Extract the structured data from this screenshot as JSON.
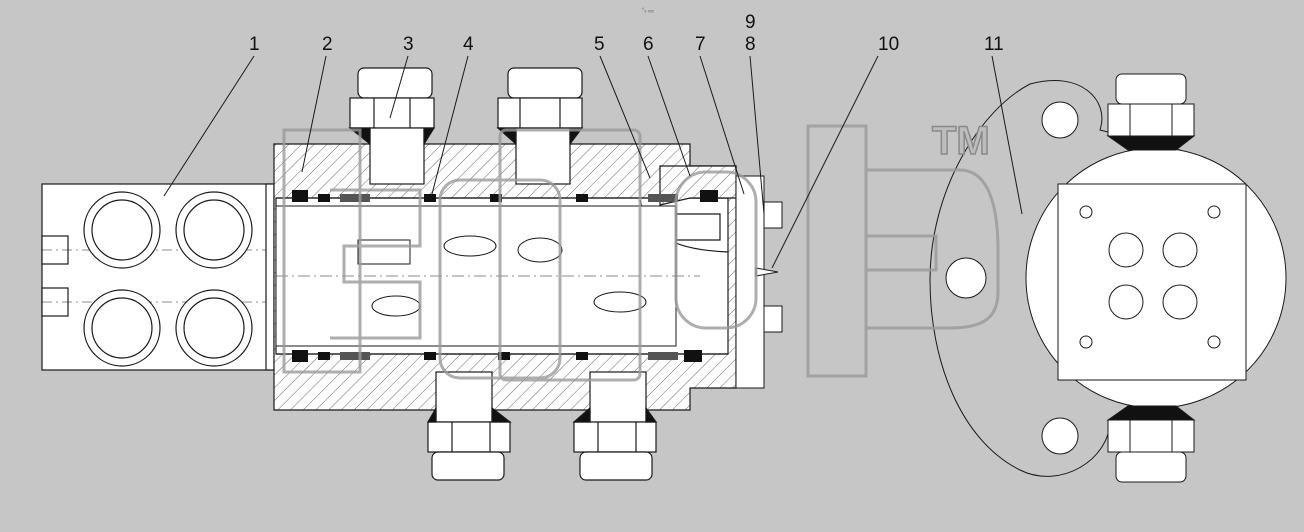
{
  "diagram": {
    "header_mark": "°ₓ ₓₓₓ",
    "callouts": [
      "1",
      "2",
      "3",
      "4",
      "5",
      "6",
      "7",
      "8",
      "9",
      "10",
      "11"
    ],
    "watermark": {
      "trademark": "TM"
    },
    "colors": {
      "background": "#c6c6c6",
      "part_fill": "#ffffff",
      "line": "#1a1a1a",
      "hatch": "#555555",
      "seal": "#111111",
      "watermark": "#9a9a9a"
    }
  }
}
